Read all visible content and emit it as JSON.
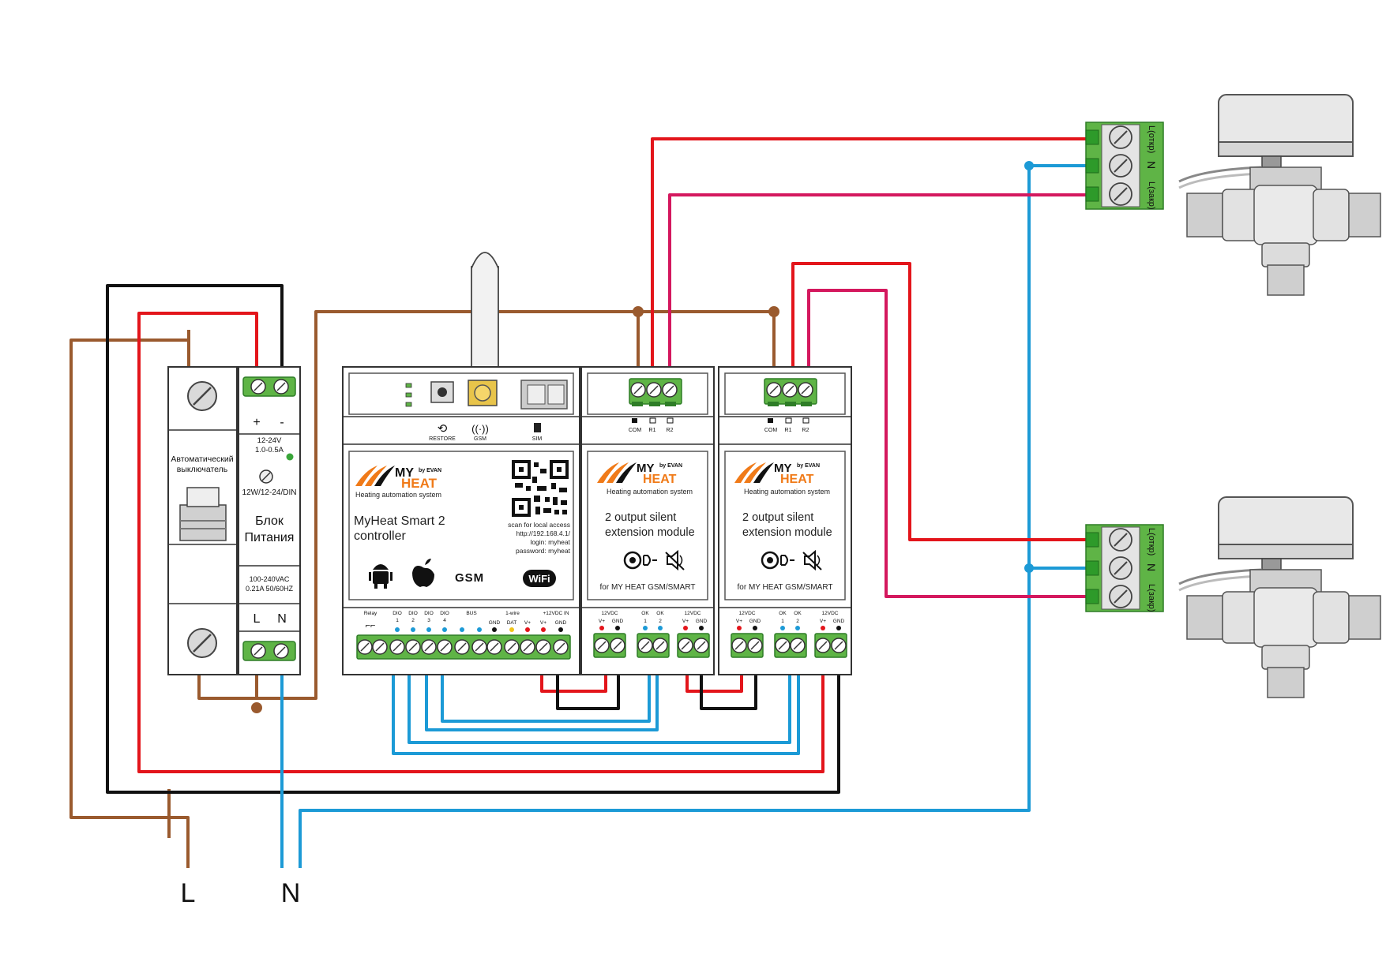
{
  "breaker": {
    "label1": "Автоматический",
    "label2": "выключатель"
  },
  "psu": {
    "plus": "+",
    "minus": "-",
    "out_voltage": "12-24V",
    "out_current": "1.0-0.5A",
    "model": "12W/12-24/DIN",
    "name1": "Блок",
    "name2": "Питания",
    "in_voltage": "100-240VAC",
    "in_current": "0.21A 50/60HZ",
    "l": "L",
    "n": "N"
  },
  "controller": {
    "brand_my": "MY",
    "brand_heat": "HEAT",
    "brand_by": "by EVAN",
    "tagline": "Heating automation system",
    "title1": "MyHeat Smart 2",
    "title2": "controller",
    "restore": "RESTORE",
    "gsm": "GSM",
    "sim": "SIM",
    "qr_line1": "scan for local access",
    "qr_line2": "http://192.168.4.1/",
    "qr_line3": "login: myheat",
    "qr_line4": "password: myheat",
    "gsm_logo": "GSM",
    "wifi_logo": "WiFi",
    "term_relay": "Relay",
    "term_dio1": "DIO",
    "term_dio2": "DIO",
    "term_dio3": "DIO",
    "term_dio4": "DIO",
    "n1": "1",
    "n2": "2",
    "n3": "3",
    "n4": "4",
    "term_bus": "BUS",
    "term_1wire": "1-wire",
    "term_12v": "+12VDC IN",
    "gnd": "GND",
    "dat": "DAT",
    "vplus": "V+",
    "vplus2": "V+",
    "gnd2": "GND"
  },
  "modules": [
    {
      "brand_my": "MY",
      "brand_heat": "HEAT",
      "brand_by": "by EVAN",
      "tagline": "Heating automation system",
      "title1": "2 output silent",
      "title2": "extension module",
      "footer": "for MY HEAT GSM/SMART",
      "com": "COM",
      "r1": "R1",
      "r2": "R2",
      "t12a": "12VDC",
      "ok": "OK",
      "ok2": "OK",
      "t12b": "12VDC",
      "vp": "V+",
      "gnd": "GND",
      "n1": "1",
      "n2": "2",
      "vp2": "V+",
      "gnd2": "GND"
    },
    {
      "brand_my": "MY",
      "brand_heat": "HEAT",
      "brand_by": "by EVAN",
      "tagline": "Heating automation system",
      "title1": "2 output silent",
      "title2": "extension module",
      "footer": "for MY HEAT GSM/SMART",
      "com": "COM",
      "r1": "R1",
      "r2": "R2",
      "t12a": "12VDC",
      "ok": "OK",
      "ok2": "OK",
      "t12b": "12VDC",
      "vp": "V+",
      "gnd": "GND",
      "n1": "1",
      "n2": "2",
      "vp2": "V+",
      "gnd2": "GND"
    }
  ],
  "valves": [
    {
      "l_open": "L(откр)",
      "n": "N",
      "l_close": "L(закр)"
    },
    {
      "l_open": "L(откр)",
      "n": "N",
      "l_close": "L(закр)"
    }
  ],
  "mains": {
    "l": "L",
    "n": "N"
  },
  "colors": {
    "red": "#e3151b",
    "black": "#111111",
    "brown": "#9a5a2e",
    "blue": "#1c9ad6",
    "crimson": "#d4185e",
    "green": "#5fb446",
    "orange": "#f07a18"
  }
}
